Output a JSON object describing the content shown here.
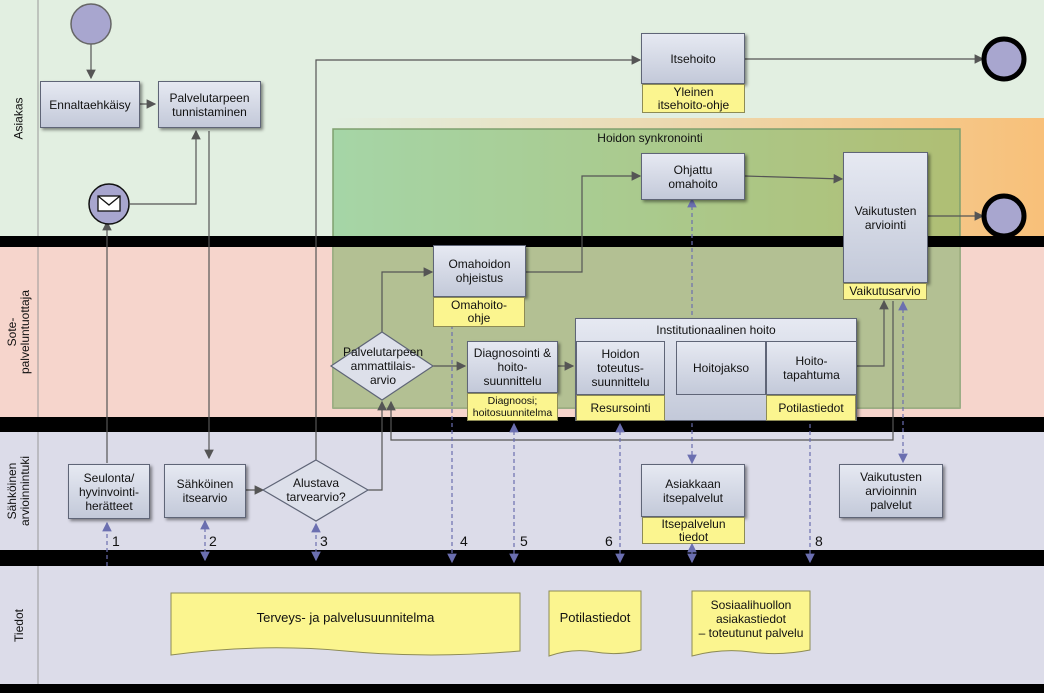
{
  "lanes": {
    "asiakas": "Asiakas",
    "sote": "Sote-\npalveluntuottaja",
    "sahkoinen": "Sähköinen\narvioinnintuki",
    "tiedot": "Tiedot"
  },
  "group": {
    "title": "Hoidon synkronointi"
  },
  "institution": {
    "title": "Institutionaalinen hoito"
  },
  "tasks": {
    "ennaltaehkaisy": "Ennaltaehkäisy",
    "palvelutarpeen_tunnistaminen": "Palvelutarpeen\ntunnistaminen",
    "itsehoito": "Itsehoito",
    "ohjattu_omahoito": "Ohjattu\nomahoito",
    "vaikutusten_arviointi": "Vaikutusten\narviointi",
    "omahoidon_ohjeistus": "Omahoidon\nohjeistus",
    "diagnosointi": "Diagnosointi &\nhoito-\nsuunnittelu",
    "hoidon_toteutus": "Hoidon\ntoteutus-\nsuunnittelu",
    "hoitojakso": "Hoitojakso",
    "hoitotapahtuma": "Hoito-\ntapahtuma",
    "seulonta": "Seulonta/\nhyvinvointi-\nherätteet",
    "sahkoinen_itsearvio": "Sähköinen\nitsearvio",
    "asiakkaan_itsepalvelut": "Asiakkaan\nitsepalvelut",
    "vaikutusten_arvioinnin_palvelut": "Vaikutusten\narvioinnin\npalvelut"
  },
  "gateways": {
    "ammattilaisarvio": "Palvelutarpeen\nammattilais-\narvio",
    "alustava": "Alustava\ntarvearvio?"
  },
  "notes": {
    "yleinen_itsehoito_ohje": "Yleinen\nitsehoito-ohje",
    "vaikutusarvio": "Vaikutusarvio",
    "omahoito_ohje": "Omahoito-\nohje",
    "diagnoosi": "Diagnoosi;\nhoitosuunnitelma",
    "resursointi": "Resursointi",
    "potilastiedot_note": "Potilastiedot",
    "itsepalvelun_tiedot": "Itsepalvelun\ntiedot",
    "terveys_suunnitelma": "Terveys- ja palvelusuunnitelma",
    "potilastiedot_doc": "Potilastiedot",
    "sosiaalihuollon": "Sosiaalihuollon\nasiakastiedot\n– toteutunut palvelu"
  },
  "numbers": [
    "1",
    "2",
    "3",
    "4",
    "5",
    "6",
    "8"
  ],
  "colors": {
    "lane_asiakas": "#e2efe1",
    "lane_sote": "#f6d5cc",
    "lane_support": "#dcdce9",
    "lane_tiedot": "#dcdce9",
    "synk_area": "#80c883",
    "orange_band": "#f8c079",
    "note_yellow": "#fbf58f",
    "end_event": "#a8a6cf"
  }
}
